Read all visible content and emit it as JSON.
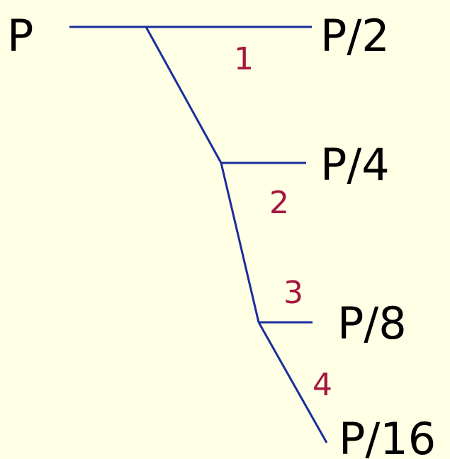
{
  "colors": {
    "background": "#ffffe6",
    "line": "#1a2d9c",
    "node_text": "#000000",
    "step_text": "#a5173f"
  },
  "nodes": {
    "root": "P",
    "half": "P/2",
    "quarter": "P/4",
    "eighth": "P/8",
    "sixteenth": "P/16"
  },
  "steps": {
    "one": "1",
    "two": "2",
    "three": "3",
    "four": "4"
  }
}
